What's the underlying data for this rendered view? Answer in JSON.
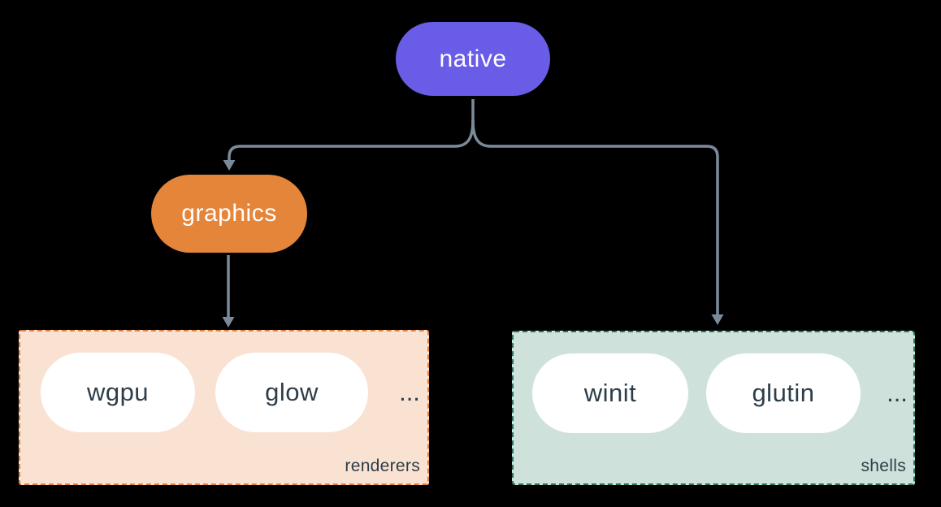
{
  "colors": {
    "background": "#000000",
    "connector": "#7b8a9b",
    "native_fill": "#695ce6",
    "graphics_fill": "#e5853a",
    "renderers_fill": "#fae2d3",
    "renderers_border": "#e0823e",
    "shells_fill": "#cee2db",
    "shells_border": "#2a6e64",
    "pill_fill": "#ffffff",
    "dark_text": "#2d3e48",
    "light_text": "#ffffff"
  },
  "diagram": {
    "nodes": {
      "native": {
        "label": "native"
      },
      "graphics": {
        "label": "graphics"
      }
    },
    "groups": {
      "renderers": {
        "label": "renderers",
        "items": [
          "wgpu",
          "glow"
        ],
        "ellipsis": "..."
      },
      "shells": {
        "label": "shells",
        "items": [
          "winit",
          "glutin"
        ],
        "ellipsis": "..."
      }
    }
  }
}
